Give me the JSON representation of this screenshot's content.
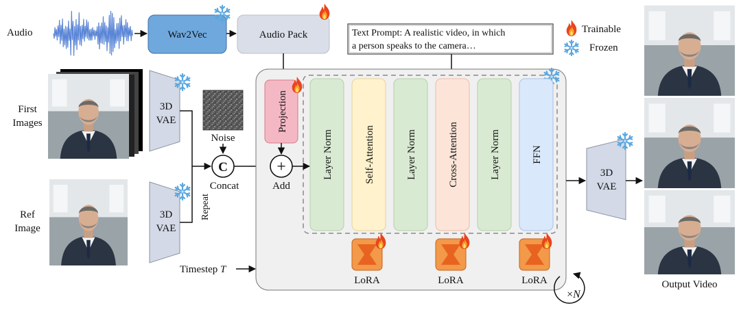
{
  "inputs": {
    "audio": "Audio",
    "first_images": [
      "First",
      "Images"
    ],
    "ref_image": [
      "Ref",
      "Image"
    ],
    "noise": "Noise",
    "timestep": "Timestep",
    "timestep_var": "T"
  },
  "modules": {
    "wav2vec": "Wav2Vec",
    "audio_pack": "Audio Pack",
    "vae": [
      "3D",
      "VAE"
    ],
    "projection": "Projection",
    "concat_symbol": "C",
    "concat": "Concat",
    "add_symbol": "+",
    "add": "Add",
    "repeat": "Repeat"
  },
  "text_prompt": [
    "Text Prompt: A realistic video, in which",
    "a person speaks to the camera…"
  ],
  "legend": {
    "trainable": "Trainable",
    "frozen": "Frozen"
  },
  "transformer_blocks": [
    "Layer Norm",
    "Self-Attention",
    "Layer Norm",
    "Cross-Attention",
    "Layer Norm",
    "FFN"
  ],
  "lora": "LoRA",
  "repeat_n": "×N",
  "output": "Output Video",
  "colors": {
    "wav2vec": "#6fa8dc",
    "audio_pack": "#d9dee8",
    "vae": "#d3d9e6",
    "projection": "#f4b8c4",
    "layer_norm": "#d9ead3",
    "self_attention": "#fff2cc",
    "cross_attention": "#fce5d8",
    "ffn": "#dae8fc",
    "lora": "#f2994a",
    "dit_bg": "#f0f0f0"
  },
  "icons": [
    "fire-icon",
    "snowflake-icon",
    "audio-waveform",
    "person-photo",
    "noise-image"
  ]
}
